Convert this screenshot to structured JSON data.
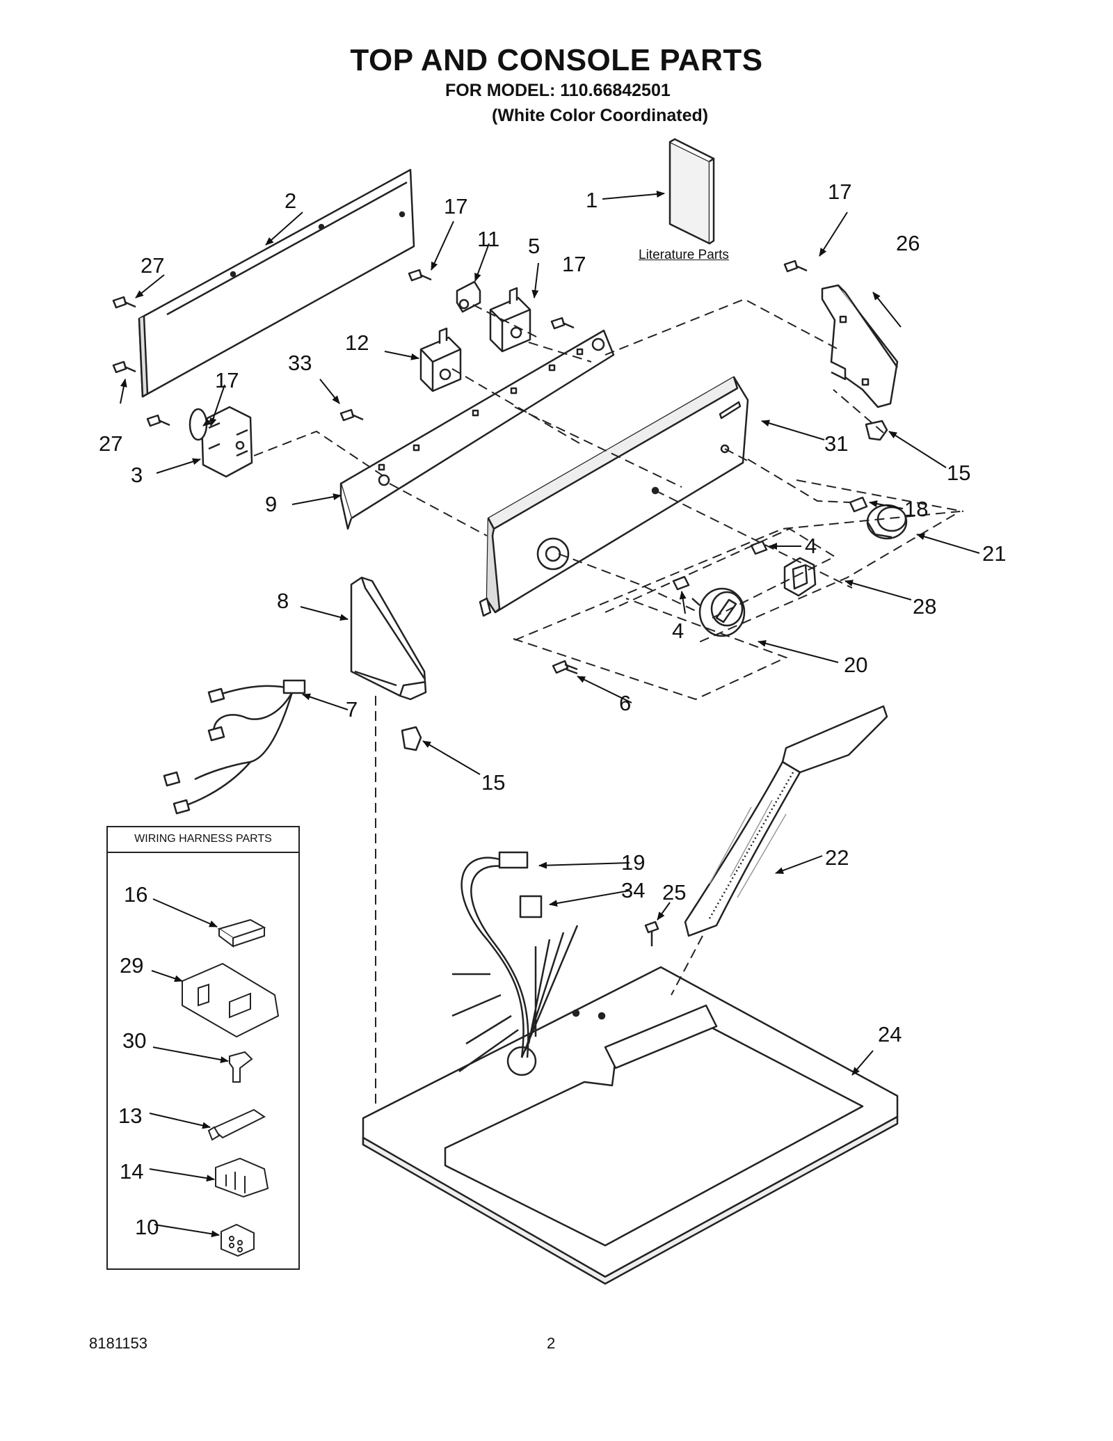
{
  "title": "TOP AND CONSOLE PARTS",
  "subtitle": "FOR MODEL: 110.66842501",
  "color_note": "(White Color Coordinated)",
  "literature_label": "Literature Parts",
  "wiring_box_title": "WIRING HARNESS PARTS",
  "footer": {
    "doc_number": "8181153",
    "page": "2"
  },
  "callouts": [
    {
      "id": "c1",
      "text": "1"
    },
    {
      "id": "c2",
      "text": "2"
    },
    {
      "id": "c3",
      "text": "3"
    },
    {
      "id": "c4a",
      "text": "4"
    },
    {
      "id": "c4b",
      "text": "4"
    },
    {
      "id": "c5",
      "text": "5"
    },
    {
      "id": "c6",
      "text": "6"
    },
    {
      "id": "c7",
      "text": "7"
    },
    {
      "id": "c8",
      "text": "8"
    },
    {
      "id": "c9",
      "text": "9"
    },
    {
      "id": "c10",
      "text": "10"
    },
    {
      "id": "c11",
      "text": "11"
    },
    {
      "id": "c12",
      "text": "12"
    },
    {
      "id": "c13",
      "text": "13"
    },
    {
      "id": "c14",
      "text": "14"
    },
    {
      "id": "c15a",
      "text": "15"
    },
    {
      "id": "c15b",
      "text": "15"
    },
    {
      "id": "c16",
      "text": "16"
    },
    {
      "id": "c17a",
      "text": "17"
    },
    {
      "id": "c17b",
      "text": "17"
    },
    {
      "id": "c17c",
      "text": "17"
    },
    {
      "id": "c17d",
      "text": "17"
    },
    {
      "id": "c18",
      "text": "18"
    },
    {
      "id": "c19",
      "text": "19"
    },
    {
      "id": "c20",
      "text": "20"
    },
    {
      "id": "c21",
      "text": "21"
    },
    {
      "id": "c22",
      "text": "22"
    },
    {
      "id": "c24",
      "text": "24"
    },
    {
      "id": "c25",
      "text": "25"
    },
    {
      "id": "c26",
      "text": "26"
    },
    {
      "id": "c27a",
      "text": "27"
    },
    {
      "id": "c27b",
      "text": "27"
    },
    {
      "id": "c28",
      "text": "28"
    },
    {
      "id": "c29",
      "text": "29"
    },
    {
      "id": "c30",
      "text": "30"
    },
    {
      "id": "c31",
      "text": "31"
    },
    {
      "id": "c33",
      "text": "33"
    },
    {
      "id": "c34",
      "text": "34"
    }
  ]
}
